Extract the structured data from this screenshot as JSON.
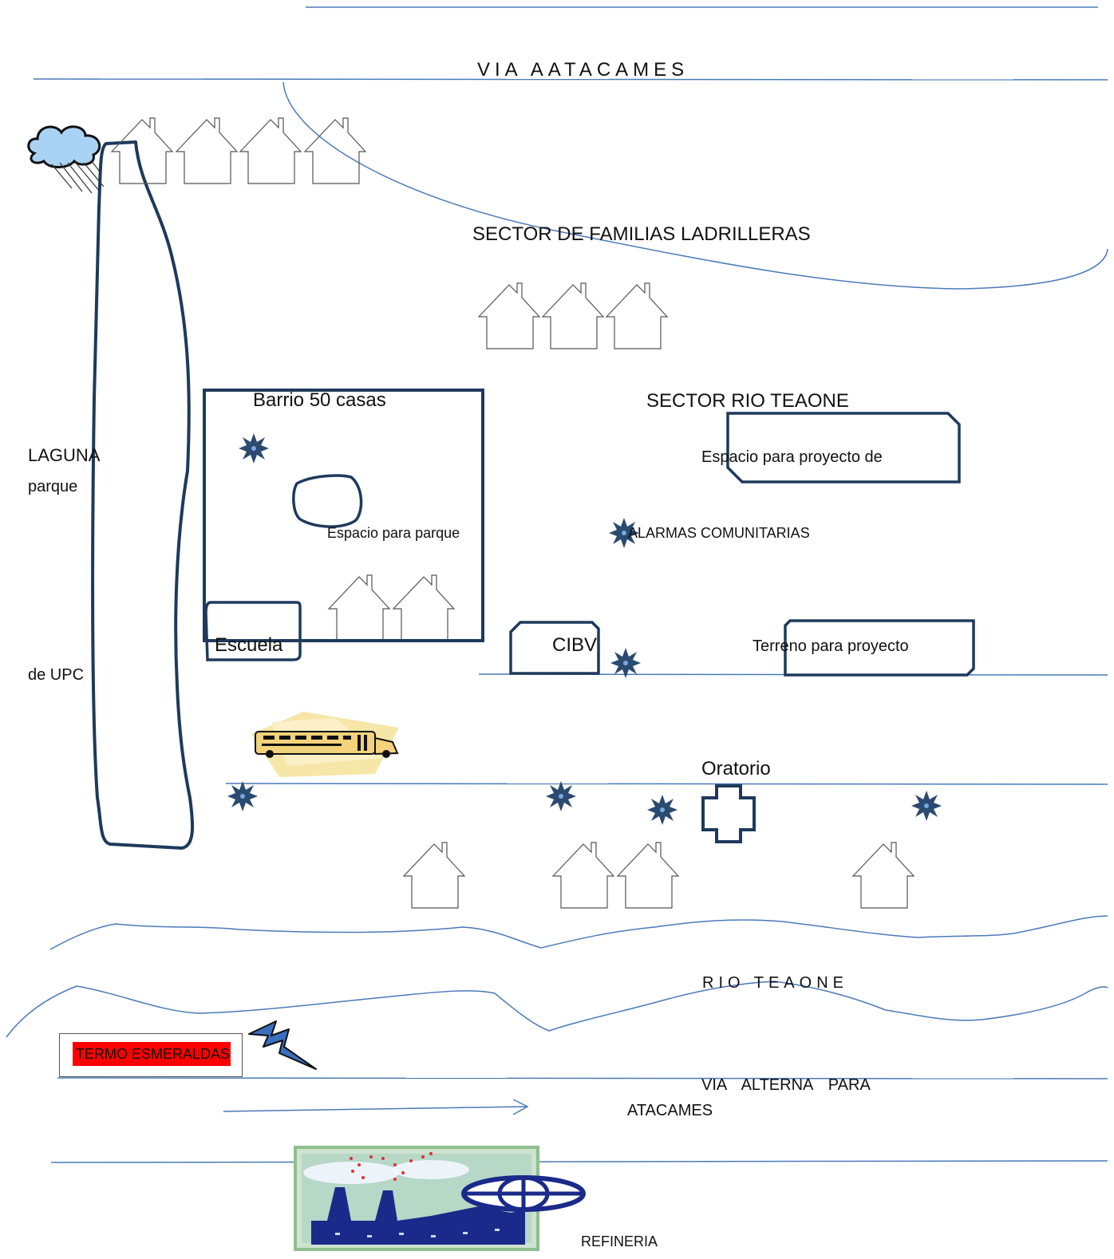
{
  "labels": {
    "via_atacames": "VIA AATACAMES",
    "sector_ladrilleras": "SECTOR DE FAMILIAS LADRILLERAS",
    "barrio": "Barrio 50 casas",
    "sector_rio": "SECTOR RIO TEAONE",
    "laguna": "LAGUNA",
    "parque": "parque",
    "espacio_proyecto": "Espacio para proyecto de",
    "espacio_parque": "Espacio para parque",
    "alarmas": "ALARMAS COMUNITARIAS",
    "escuela": "Escuela",
    "cibv": "CIBV",
    "terreno": "Terreno para proyecto",
    "de_upc": "de UPC",
    "oratorio": "Oratorio",
    "rio_teaone": "RIO TEAONE",
    "termo": "TERMO ESMERALDAS",
    "via_alterna": "VIA ALTERNA PARA",
    "atacames": "ATACAMES",
    "refineria": "REFINERIA"
  },
  "colors": {
    "road_line": "#4a7ab8",
    "shape_stroke": "#1e3a5c",
    "house_stroke": "#555555",
    "alarm_fill": "#2a4a70",
    "termo_fill": "#ff0000",
    "cloud_fill": "#a9d3f5",
    "bus_fill": "#f2d27a"
  },
  "icons": {
    "house": "house-icon",
    "alarm": "alarm-star-icon",
    "cloud": "storm-cloud-icon",
    "bus": "school-bus-icon",
    "lightning": "lightning-icon",
    "factory": "refinery-factory-icon",
    "globe": "globe-icon",
    "cross": "oratorio-cross-icon"
  }
}
